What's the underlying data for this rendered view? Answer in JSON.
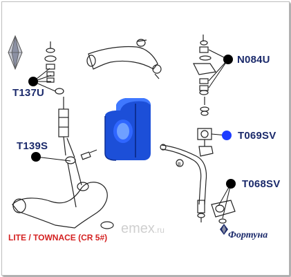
{
  "labels": {
    "n084u": "N084U",
    "t137u": "T137U",
    "t069sv": "T069SV",
    "t139s": "T139S",
    "t068sv": "T068SV"
  },
  "model_text": "LITE / TOWNACE (CR 5#)",
  "watermark": {
    "main": "emex",
    "suffix": ".ru"
  },
  "brand_text": "Фортуна",
  "diagram_letter": "B",
  "colors": {
    "label": "#1b2a6b",
    "model": "#d42020",
    "bushing": "#1c4fd8",
    "highlight_dot": "#1e3cff",
    "dot": "#000000",
    "watermark": "#cfcfcf"
  },
  "icons": [
    "diamond-logo-icon",
    "fortuna-logo-icon"
  ]
}
